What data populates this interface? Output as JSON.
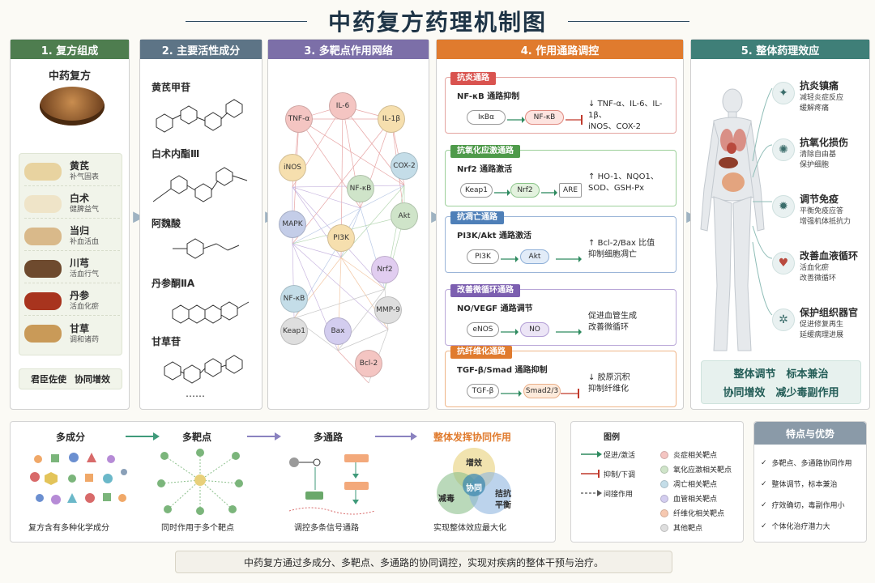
{
  "title": "中药复方药理机制图",
  "panels": {
    "p1": {
      "header": "1. 复方组成",
      "subtitle": "中药复方",
      "herbs": [
        {
          "name": "黄芪",
          "desc": "补气固表"
        },
        {
          "name": "白术",
          "desc": "健脾益气"
        },
        {
          "name": "当归",
          "desc": "补血活血"
        },
        {
          "name": "川芎",
          "desc": "活血行气"
        },
        {
          "name": "丹参",
          "desc": "活血化瘀"
        },
        {
          "name": "甘草",
          "desc": "调和诸药"
        }
      ],
      "footer_a": "君臣佐使",
      "footer_b": "协同增效"
    },
    "p2": {
      "header": "2. 主要活性成分",
      "compounds": [
        "黄芪甲苷",
        "白术内酯Ⅲ",
        "阿魏酸",
        "丹参酮ⅡA",
        "甘草苷"
      ],
      "more": "……"
    },
    "p3": {
      "header": "3. 多靶点作用网络",
      "nodes": [
        "TNF-α",
        "IL-6",
        "IL-1β",
        "iNOS",
        "COX-2",
        "NF-κB",
        "Akt",
        "MAPK",
        "PI3K",
        "Nrf2",
        "NF-κB",
        "Keap1",
        "MMP-9",
        "Bax",
        "Bcl-2"
      ]
    },
    "p4": {
      "header": "4. 作用通路调控",
      "pathways": [
        {
          "tag": "抗炎通路",
          "title": "NF-κB 通路抑制",
          "a": "IκBα",
          "b": "NF-κB",
          "sym": "↓",
          "eff1": "TNF-α、IL-6、IL-1β、",
          "eff2": "iNOS、COX-2"
        },
        {
          "tag": "抗氧化应激通路",
          "title": "Nrf2 通路激活",
          "a": "Keap1",
          "b": "Nrf2",
          "c": "ARE",
          "sym": "↑",
          "eff1": "HO-1、NQO1、",
          "eff2": "SOD、GSH-Px"
        },
        {
          "tag": "抗凋亡通路",
          "title": "PI3K/Akt 通路激活",
          "a": "PI3K",
          "b": "Akt",
          "sym": "↑",
          "eff1": "Bcl-2/Bax 比值",
          "eff2": "抑制细胞凋亡"
        },
        {
          "tag": "改善微循环通路",
          "title": "NO/VEGF 通路调节",
          "a": "eNOS",
          "b": "NO",
          "sym": "",
          "eff1": "促进血管生成",
          "eff2": "改善微循环"
        },
        {
          "tag": "抗纤维化通路",
          "title": "TGF-β/Smad 通路抑制",
          "a": "TGF-β",
          "b": "Smad2/3",
          "sym": "↓",
          "eff1": "胶原沉积",
          "eff2": "抑制纤维化"
        }
      ]
    },
    "p5": {
      "header": "5. 整体药理效应",
      "effects": [
        {
          "title": "抗炎镇痛",
          "d1": "减轻炎症反应",
          "d2": "缓解疼痛"
        },
        {
          "title": "抗氧化损伤",
          "d1": "清除自由基",
          "d2": "保护细胞"
        },
        {
          "title": "调节免疫",
          "d1": "平衡免疫应答",
          "d2": "增强机体抵抗力"
        },
        {
          "title": "改善血液循环",
          "d1": "活血化瘀",
          "d2": "改善微循环"
        },
        {
          "title": "保护组织器官",
          "d1": "促进修复再生",
          "d2": "延缓病理进展"
        }
      ],
      "footer1": "整体调节　标本兼治",
      "footer2": "协同增效　减少毒副作用"
    }
  },
  "bottom": {
    "s1": {
      "title": "多成分",
      "desc": "复方含有多种化学成分"
    },
    "s2": {
      "title": "多靶点",
      "desc": "同时作用于多个靶点"
    },
    "s3": {
      "title": "多通路",
      "desc": "调控多条信号通路"
    },
    "s4": {
      "title": "整体发挥协同作用",
      "desc": "实现整体效应最大化",
      "v1": "增效",
      "v2": "减毒",
      "v3": "拮抗",
      "v3b": "平衡",
      "center": "协同"
    }
  },
  "legend": {
    "title": "图例",
    "lines": [
      "促进/激活",
      "抑制/下调",
      "间接作用"
    ],
    "dots": [
      "炎症相关靶点",
      "氧化应激相关靶点",
      "凋亡相关靶点",
      "血管相关靶点",
      "纤维化相关靶点",
      "其他靶点"
    ]
  },
  "advantages": {
    "title": "特点与优势",
    "items": [
      "多靶点、多通路协同作用",
      "整体调节，标本兼治",
      "疗效确切，毒副作用小",
      "个体化治疗潜力大"
    ]
  },
  "banner": "中药复方通过多成分、多靶点、多通路的协同调控，实现对疾病的整体干预与治疗。",
  "colors": {
    "green": "#4e7d4f",
    "slate": "#5d7486",
    "purple": "#7c6fa8",
    "orange": "#e07b2e",
    "teal": "#3f7f78"
  }
}
